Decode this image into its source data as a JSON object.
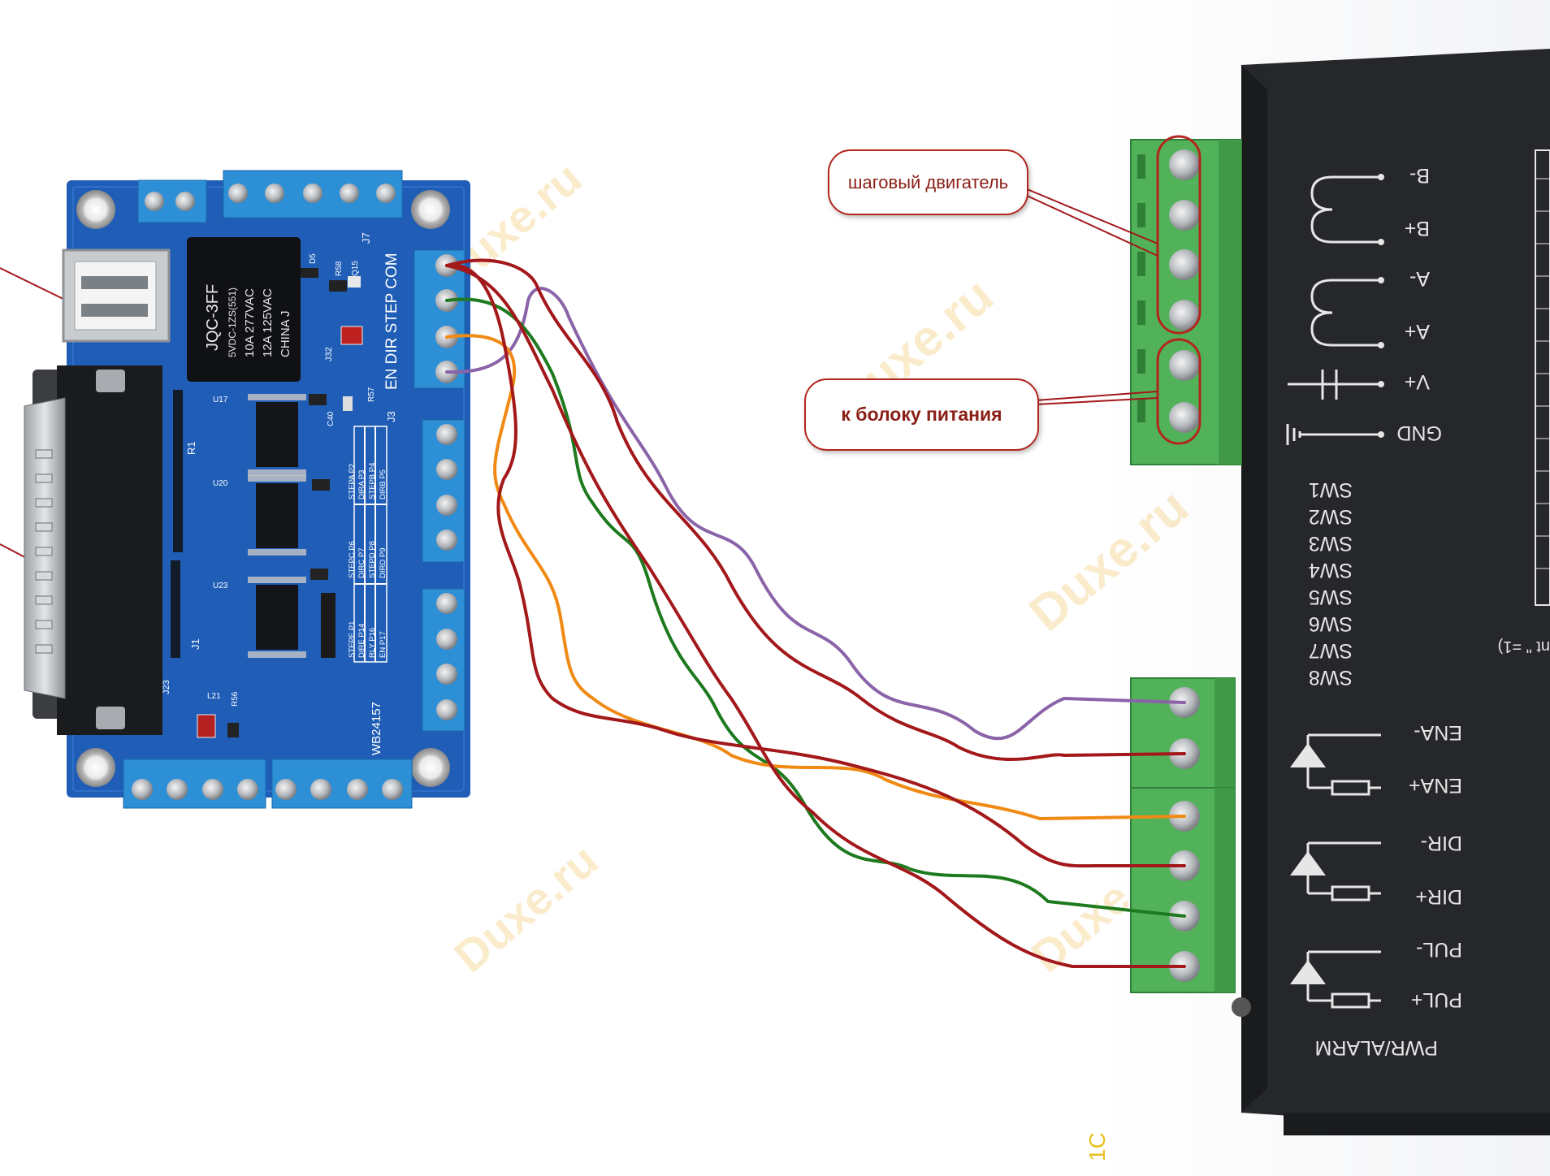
{
  "callouts": {
    "motor": "шаговый двигатель",
    "power": "к болоку питания"
  },
  "watermark": "Duxe.ru",
  "relay": {
    "model": "JQC-3FF",
    "line1": "5VDC-1ZS(551)",
    "line2": "10A 277VAC",
    "line3": "12A 125VAC",
    "line4": "CHINA J"
  },
  "board": {
    "input_terminal": "EN DIR STEP COM",
    "board_id": "WB24157",
    "table": [
      [
        "DIRB P5",
        "DIRD P9",
        "EN P17"
      ],
      [
        "STEPB P4",
        "STEPD P8",
        "RLY P16"
      ],
      [
        "DIRA P3",
        "DIRC P7",
        "DIRE P14"
      ],
      [
        "STEPA P2",
        "STEPC P6",
        "STEPE P1"
      ]
    ],
    "labels": {
      "j7": "J7",
      "j3": "J3",
      "j1": "J1",
      "j23": "J23",
      "j32": "J32",
      "r1": "R1",
      "u17": "U17",
      "u20": "U20",
      "u23": "U23",
      "c40": "C40",
      "l21": "L21",
      "r56": "R56",
      "r57": "R57",
      "r58": "R58",
      "d5": "D5",
      "q15": "Q15"
    }
  },
  "driver": {
    "terminals_motor": [
      "B-",
      "B+",
      "A-",
      "A+"
    ],
    "terminals_power": [
      "V+",
      "GND"
    ],
    "switches": [
      "SW1",
      "SW2",
      "SW3",
      "SW4",
      "SW5",
      "SW6",
      "SW7",
      "SW8"
    ],
    "terminals_signal": [
      "ENA-",
      "ENA+",
      "DIR-",
      "DIR+",
      "PUL-",
      "PUL+"
    ],
    "pwr_label": "PWR/ALARM",
    "edge_text": "nt \" =1)"
  },
  "colors": {
    "wire_red": "#a3181a",
    "wire_green": "#1e7a1e",
    "wire_orange": "#f08a14",
    "wire_purple": "#8a63a8",
    "pcb_blue": "#1f5db6",
    "terminal_blue": "#2d8fd6",
    "terminal_green": "#52b25a",
    "driver_black": "#26272a"
  }
}
